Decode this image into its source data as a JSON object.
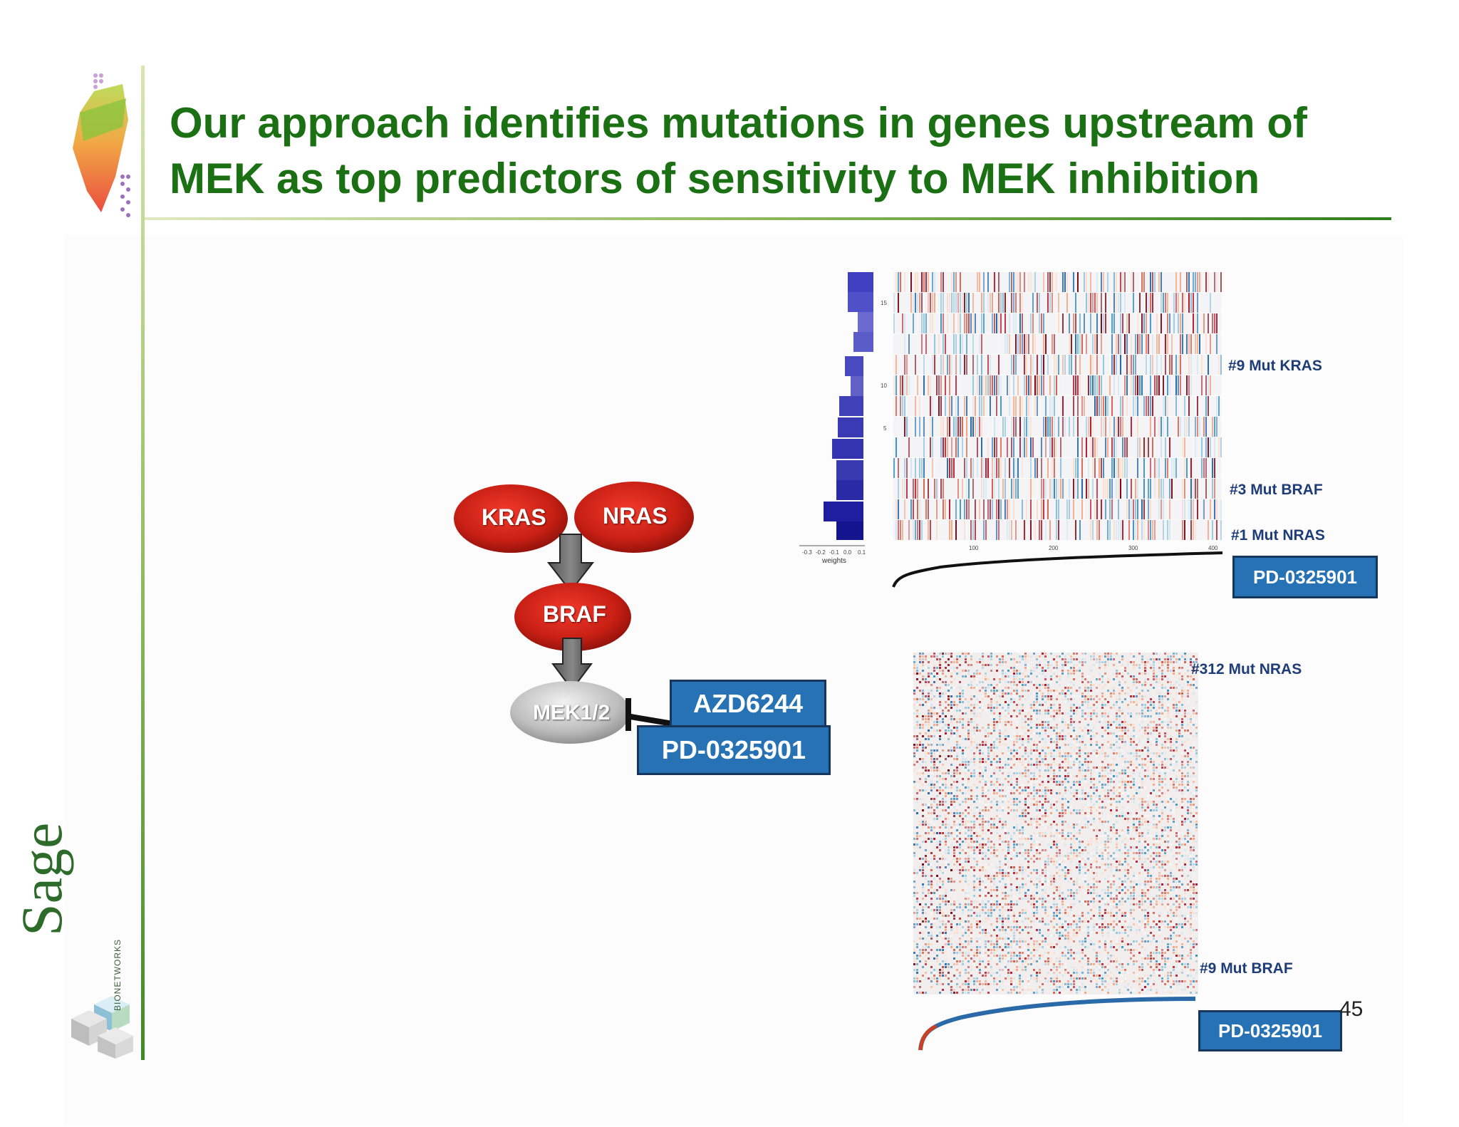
{
  "slide": {
    "title_line1": "Our approach identifies mutations in genes upstream of",
    "title_line2": "MEK as top predictors of sensitivity to MEK inhibition",
    "page_number": "45",
    "colors": {
      "title": "#1a7012",
      "accent_green": "#2e7f1c",
      "box_blue": "#2672b4",
      "label_navy": "#1e3c78"
    }
  },
  "logos": {
    "sage": "Sage",
    "sage_sub": "BIONETWORKS"
  },
  "pathway": {
    "kras": "KRAS",
    "nras": "NRAS",
    "braf": "BRAF",
    "mek": "MEK1/2",
    "drug_a": "AZD6244",
    "drug_b": "PD-0325901"
  },
  "panel_top": {
    "label_kras": "#9 Mut KRAS",
    "label_braf": "#3 Mut BRAF",
    "label_nras": "#1 Mut NRAS",
    "drug": "PD-0325901",
    "x_ticks": [
      "100",
      "200",
      "300",
      "400"
    ],
    "y_ticks": [
      "15",
      "10",
      "5"
    ],
    "weight_ticks": [
      "-0.3",
      "-0.2",
      "-0.1",
      "0.0",
      "0.1"
    ],
    "weights_label": "weights"
  },
  "panel_bottom": {
    "label_nras": "#312 Mut NRAS",
    "label_braf": "#9 Mut BRAF",
    "drug": "PD-0325901"
  }
}
